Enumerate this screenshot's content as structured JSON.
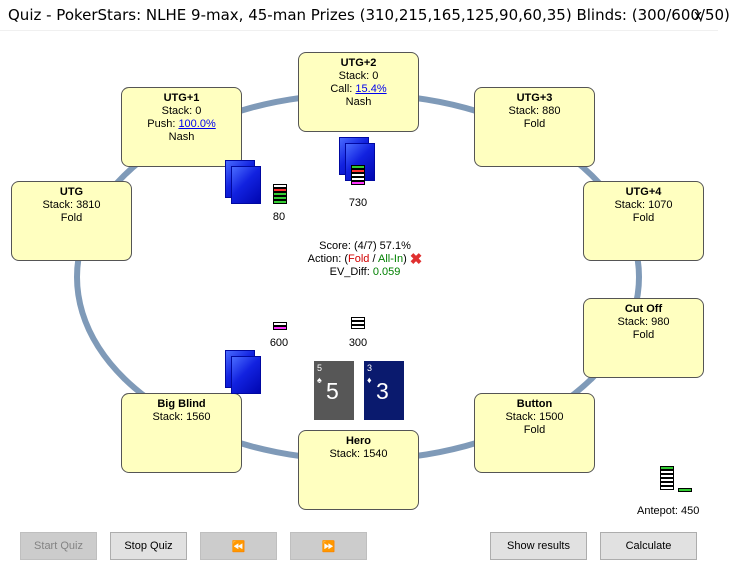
{
  "window": {
    "title": "Quiz - PokerStars: NLHE 9-max, 45-man Prizes (310,215,165,125,90,60,35) Blinds: (300/600/50)",
    "close_glyph": "x"
  },
  "seats": [
    {
      "name": "UTG+2",
      "line1": "Stack: 0",
      "line2_prefix": "Call: ",
      "line2_link": "15.4%",
      "line3": "Nash"
    },
    {
      "name": "UTG+1",
      "line1": "Stack: 0",
      "line2_prefix": "Push: ",
      "line2_link": "100.0%",
      "line3": "Nash"
    },
    {
      "name": "UTG+3",
      "line1": "Stack: 880",
      "line2": "Fold"
    },
    {
      "name": "UTG",
      "line1": "Stack: 3810",
      "line2": "Fold"
    },
    {
      "name": "UTG+4",
      "line1": "Stack: 1070",
      "line2": "Fold"
    },
    {
      "name": "Cut Off",
      "line1": "Stack: 980",
      "line2": "Fold"
    },
    {
      "name": "Big Blind",
      "line1": "Stack: 1560"
    },
    {
      "name": "Button",
      "line1": "Stack: 1500",
      "line2": "Fold"
    },
    {
      "name": "Hero",
      "line1": "Stack: 1540"
    }
  ],
  "bets": {
    "utg1": "80",
    "utg2": "730",
    "bb": "600",
    "sb": "300",
    "antepot": "Antepot: 450"
  },
  "center": {
    "score": "Score: (4/7) 57.1%",
    "action_prefix": "Action: (",
    "action_fold": "Fold",
    "action_sep": " / ",
    "action_allin": "All-In",
    "action_suffix": ")",
    "ev_label": "EV_Diff: ",
    "ev_value": "0.059"
  },
  "hero_cards": [
    {
      "rank": "5",
      "suit": "♠",
      "big": "5",
      "color": "#575757"
    },
    {
      "rank": "3",
      "suit": "♦",
      "big": "3",
      "color": "#0a1a6e"
    }
  ],
  "buttons": {
    "start": "Start Quiz",
    "stop": "Stop Quiz",
    "prev": "⏪",
    "next": "⏩",
    "results": "Show results",
    "calculate": "Calculate"
  },
  "colors": {
    "seat_bg": "#ffffc0",
    "table_ring": "#7f9ab8",
    "card_back": "#1222e0"
  },
  "icons": {
    "wrong": "x-mark-icon",
    "cards": "card-back-icon",
    "chips": "chip-stack-icon"
  }
}
